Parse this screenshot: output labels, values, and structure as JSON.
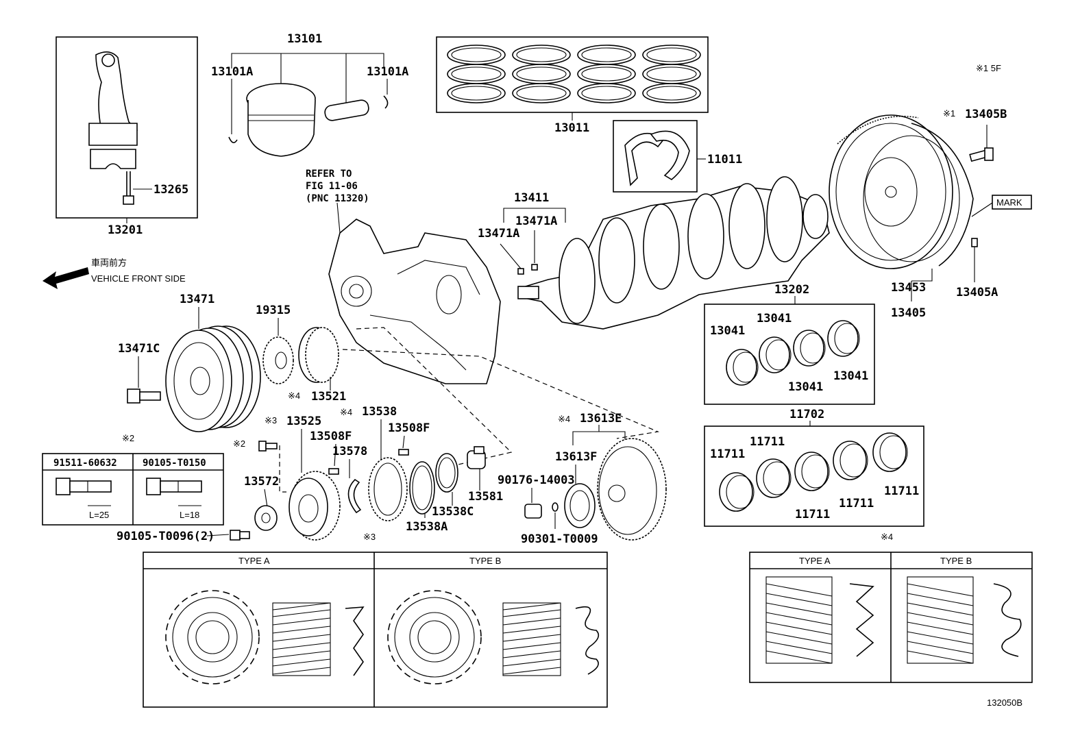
{
  "diagram_id": "132050B",
  "note_top_right": "※1 5F",
  "refer": {
    "line1": "REFER TO",
    "line2": "FIG 11-06",
    "line3": "(PNC 11320)"
  },
  "vehicle_front": {
    "jp": "車両前方",
    "en": "VEHICLE FRONT SIDE"
  },
  "mark_label": "MARK",
  "parts": {
    "p13101": "13101",
    "p13101a_l": "13101A",
    "p13101a_r": "13101A",
    "p13011": "13011",
    "p11011": "11011",
    "p13265": "13265",
    "p13201": "13201",
    "p13411": "13411",
    "p13471a_1": "13471A",
    "p13471a_2": "13471A",
    "p13405b": "13405B",
    "p13405b_note": "※1",
    "p13453": "13453",
    "p13405": "13405",
    "p13405a": "13405A",
    "p13471": "13471",
    "p13471c": "13471C",
    "p19315": "19315",
    "p13521": "13521",
    "p13521_note": "※4",
    "p13202": "13202",
    "p13041_1": "13041",
    "p13041_2": "13041",
    "p13041_3": "13041",
    "p13041_4": "13041",
    "p11702": "11702",
    "p11711_1": "11711",
    "p11711_2": "11711",
    "p11711_3": "11711",
    "p11711_4": "11711",
    "p11711_5": "11711",
    "p13525": "13525",
    "p13525_note": "※3",
    "p13538": "13538",
    "p13538_note": "※4",
    "p13508f_1": "13508F",
    "p13508f_2": "13508F",
    "p13578": "13578",
    "p13613e": "13613E",
    "p13613e_note": "※4",
    "p13613f": "13613F",
    "p13572": "13572",
    "p13581": "13581",
    "p13538a": "13538A",
    "p13538c": "13538C",
    "p90176": "90176-14003",
    "p90301": "90301-T0009",
    "p90105_96": "90105-T0096(2)",
    "note2_small": "※2"
  },
  "bolt_table": {
    "note": "※2",
    "col1": "91511-60632",
    "col2": "90105-T0150",
    "len1": "L=25",
    "len2": "L=18"
  },
  "type_table_3": {
    "note": "※3",
    "type_a": "TYPE A",
    "type_b": "TYPE B"
  },
  "type_table_4": {
    "note": "※4",
    "type_a": "TYPE A",
    "type_b": "TYPE B"
  }
}
